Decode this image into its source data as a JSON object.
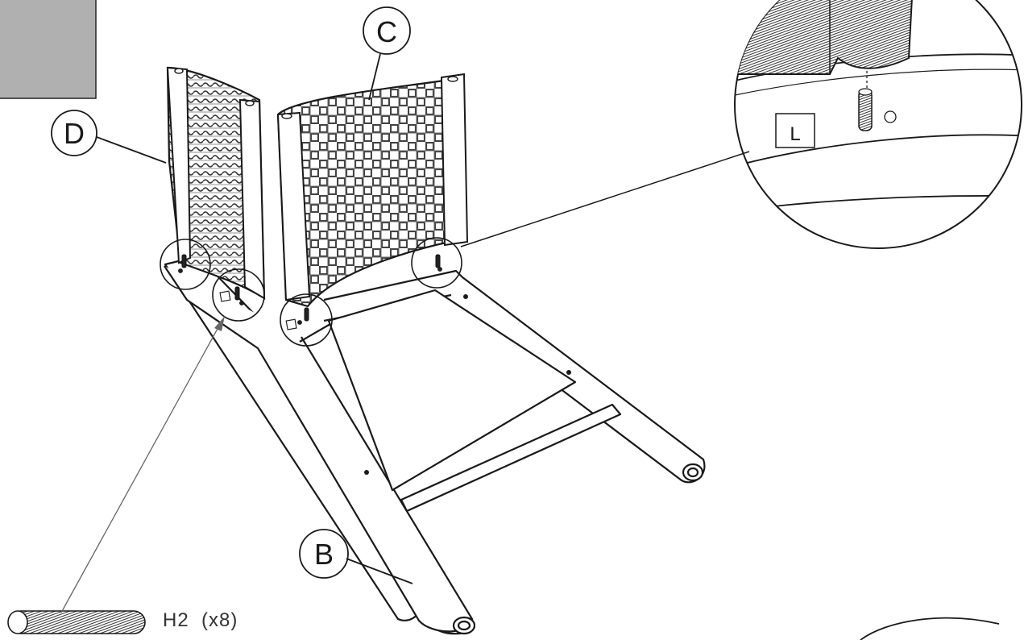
{
  "parts": {
    "B": "B",
    "C": "C",
    "D": "D"
  },
  "detail": {
    "marker": "L"
  },
  "hardware": {
    "code": "H2",
    "quantity": "(x8)"
  },
  "colors": {
    "line": "#1a1a1a",
    "corner_box": "#b0b0b0",
    "weave": "#444444"
  }
}
